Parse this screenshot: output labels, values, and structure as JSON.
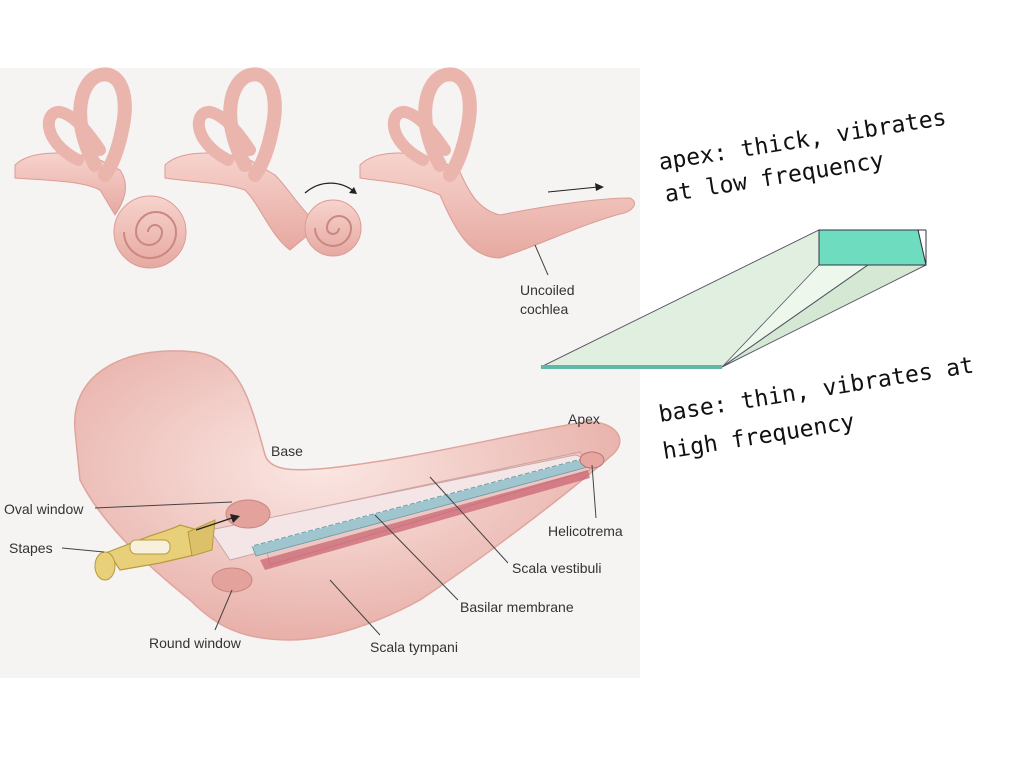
{
  "labels": {
    "uncoiled_cochlea_1": "Uncoiled",
    "uncoiled_cochlea_2": "cochlea",
    "apex": "Apex",
    "base": "Base",
    "oval_window": "Oval window",
    "stapes": "Stapes",
    "helicotrema": "Helicotrema",
    "scala_vestibuli": "Scala vestibuli",
    "basilar_membrane": "Basilar membrane",
    "round_window": "Round window",
    "scala_tympani": "Scala tympani"
  },
  "notes": {
    "apex_line1": "apex: thick, vibrates",
    "apex_line2": "at low frequency",
    "base_line1": "base: thin, vibrates at",
    "base_line2": "high frequency"
  },
  "colors": {
    "tissue": "#f1c2bb",
    "tissue_dark": "#dc9a93",
    "membrane_stripe": "#9fc6cf",
    "stapes": "#e8cf7a",
    "wedge_face": "#e5f2e3",
    "wedge_end": "#6ddcbf",
    "wedge_base_edge": "#5fb8a8"
  }
}
